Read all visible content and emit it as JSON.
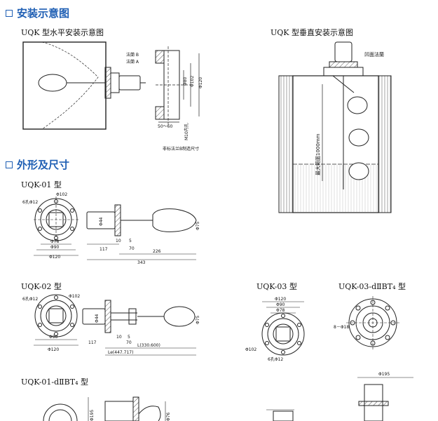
{
  "sections": {
    "install_title": "安装示意图",
    "dims_title": "外形及尺寸"
  },
  "captions": {
    "uqk_horizontal": "UQK 型水平安装示意图",
    "uqk_vertical": "UQK 型垂直安装示意图",
    "uqk01": "UQK-01 型",
    "uqk02": "UQK-02 型",
    "uqk03": "UQK-03 型",
    "uqk03d": "UQK-03-dⅡBT₄ 型",
    "uqk01d": "UQK-01-dⅡBT₄ 型"
  },
  "labels": {
    "flange_b": "法蘭 B",
    "flange_a": "法蘭 A",
    "d80": "Φ80",
    "d102": "Φ102",
    "d120": "Φ120",
    "d50_60": "50～60",
    "m10": "M10内孔",
    "note": "非标法兰B制造尺寸",
    "concave_flange": "凹面法蘭",
    "max_range": "最大範圍1000mm",
    "holes_6": "6孔Φ12",
    "dim_102": "Φ102",
    "dim_78": "Φ78",
    "dim_90": "Φ90",
    "dim_120": "Φ120",
    "dim_117": "117",
    "dim_10": "10",
    "dim_5": "5",
    "dim_70": "70",
    "dim_226": "226",
    "dim_343": "343",
    "dim_44": "Φ44",
    "dim_75": "Φ75",
    "l_330": "L(330.600)",
    "le_447": "Le(447.717)",
    "holes_8": "8－Φ18",
    "dim_195": "Φ195",
    "dim_76": "Φ76"
  },
  "colors": {
    "accent": "#1f5fb4",
    "line": "#222222",
    "hatch": "#555555"
  }
}
